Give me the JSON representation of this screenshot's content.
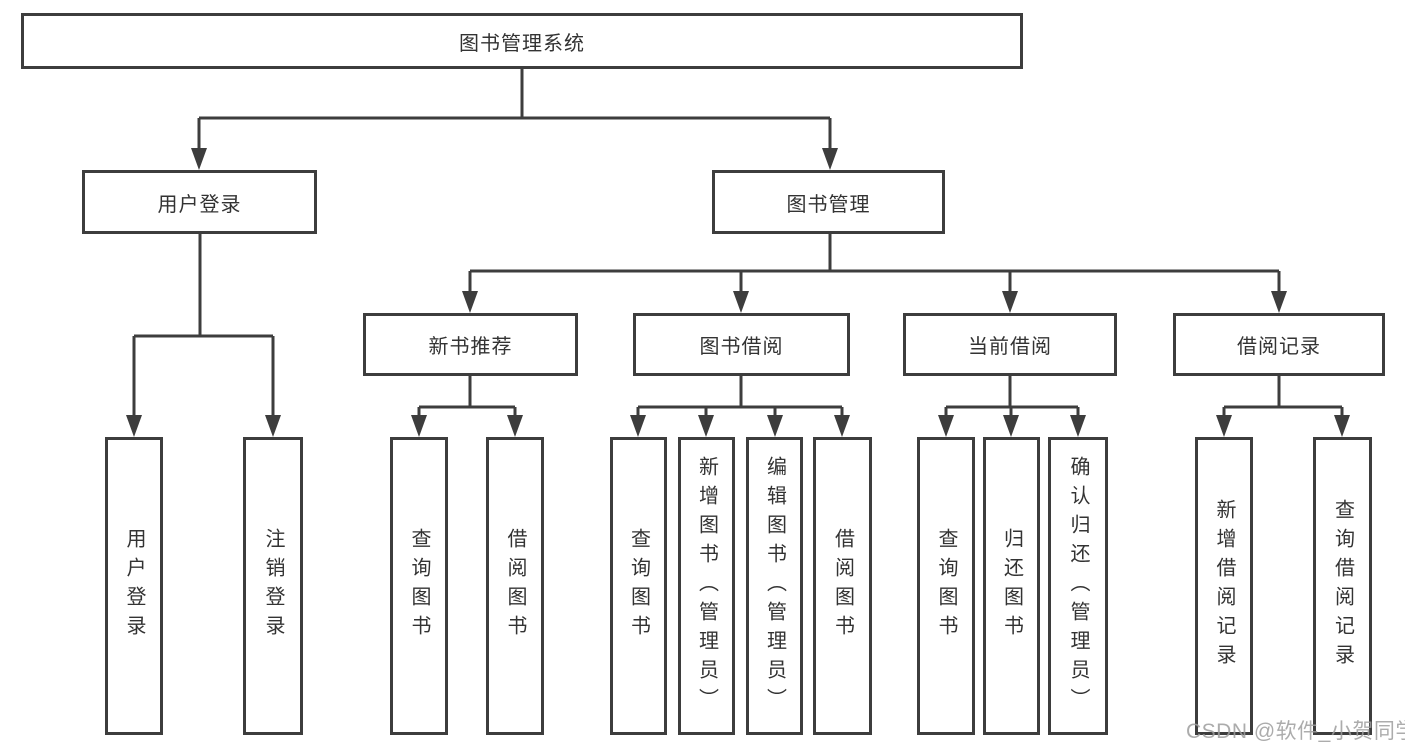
{
  "diagram": {
    "root": {
      "label": "图书管理系统"
    },
    "branches": [
      {
        "label": "用户登录",
        "children": [
          {
            "label": "用户登录"
          },
          {
            "label": "注销登录"
          }
        ]
      },
      {
        "label": "图书管理",
        "children": [
          {
            "label": "新书推荐",
            "children": [
              {
                "label": "查询图书"
              },
              {
                "label": "借阅图书"
              }
            ]
          },
          {
            "label": "图书借阅",
            "children": [
              {
                "label": "查询图书"
              },
              {
                "label": "新增图书（管理员）"
              },
              {
                "label": "编辑图书（管理员）"
              },
              {
                "label": "借阅图书"
              }
            ]
          },
          {
            "label": "当前借阅",
            "children": [
              {
                "label": "查询图书"
              },
              {
                "label": "归还图书"
              },
              {
                "label": "确认归还（管理员）"
              }
            ]
          },
          {
            "label": "借阅记录",
            "children": [
              {
                "label": "新增借阅记录"
              },
              {
                "label": "查询借阅记录"
              }
            ]
          }
        ]
      }
    ]
  },
  "watermark": {
    "label": "CSDN @软件_小贺同学"
  },
  "colors": {
    "line": "#3d3d3d",
    "border": "#3d3d3d",
    "text": "#333333",
    "watermark": "#9e9e9e",
    "background": "#ffffff"
  }
}
